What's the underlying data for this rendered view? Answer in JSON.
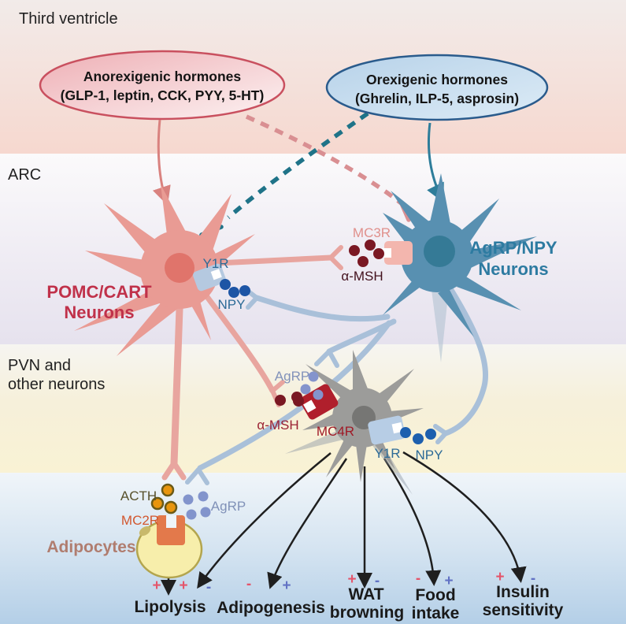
{
  "colors": {
    "anorexigenic_border": "#c9505f",
    "orexigenic_border": "#2a5b8c",
    "pomc_neuron": "#e99b94",
    "agrp_neuron": "#5890b1",
    "pvn_neuron": "#9c9c9a",
    "pomc_label": "#c0314a",
    "agrp_label": "#2d7ba1",
    "inhibit_teal": "#1f7388",
    "inhibit_pink": "#d98f92",
    "adipocyte_fill": "#f7eeab",
    "sign_red": "#e4556b",
    "sign_blue": "#6272c4",
    "black_arrow": "#1f1f1f"
  },
  "regions": {
    "third_ventricle": "Third ventricle",
    "arc": "ARC",
    "pvn_line1": "PVN and",
    "pvn_line2": "other neurons"
  },
  "ovals": {
    "anorexigenic": {
      "line1": "Anorexigenic hormones",
      "line2": "(GLP-1, leptin, CCK, PYY, 5-HT)"
    },
    "orexigenic": {
      "line1": "Orexigenic hormones",
      "line2": "(Ghrelin, ILP-5, asprosin)"
    }
  },
  "neurons": {
    "pomc": {
      "line1": "POMC/CART",
      "line2": "Neurons"
    },
    "agrp": {
      "line1": "AgRP/NPY",
      "line2": "Neurons"
    }
  },
  "molecules": {
    "y1r_arc": "Y1R",
    "npy_arc": "NPY",
    "mc3r": "MC3R",
    "amsh_arc": "α-MSH",
    "agrp_pvn": "AgRP",
    "amsh_pvn": "α-MSH",
    "mc4r": "MC4R",
    "y1r_pvn": "Y1R",
    "npy_pvn": "NPY",
    "acth": "ACTH",
    "mc2r": "MC2R",
    "agrp_adipose": "AgRP",
    "adipocytes": "Adipocytes"
  },
  "outputs": {
    "items": [
      {
        "line1": "Lipolysis",
        "line2": "",
        "signs": [
          {
            "t": "+",
            "c": "#e4556b"
          },
          {
            "t": "+",
            "c": "#e4556b"
          },
          {
            "t": "-",
            "c": "#6272c4"
          }
        ]
      },
      {
        "line1": "Adipogenesis",
        "line2": "",
        "signs": [
          {
            "t": "-",
            "c": "#e4556b"
          },
          {
            "t": "+",
            "c": "#6272c4"
          }
        ]
      },
      {
        "line1": "WAT",
        "line2": "browning",
        "signs": [
          {
            "t": "+",
            "c": "#e4556b"
          },
          {
            "t": "-",
            "c": "#6272c4"
          }
        ]
      },
      {
        "line1": "Food",
        "line2": "intake",
        "signs": [
          {
            "t": "-",
            "c": "#e4556b"
          },
          {
            "t": "+",
            "c": "#6272c4"
          }
        ]
      },
      {
        "line1": "Insulin",
        "line2": "sensitivity",
        "signs": [
          {
            "t": "+",
            "c": "#e4556b"
          },
          {
            "t": "-",
            "c": "#6272c4"
          }
        ]
      }
    ]
  }
}
